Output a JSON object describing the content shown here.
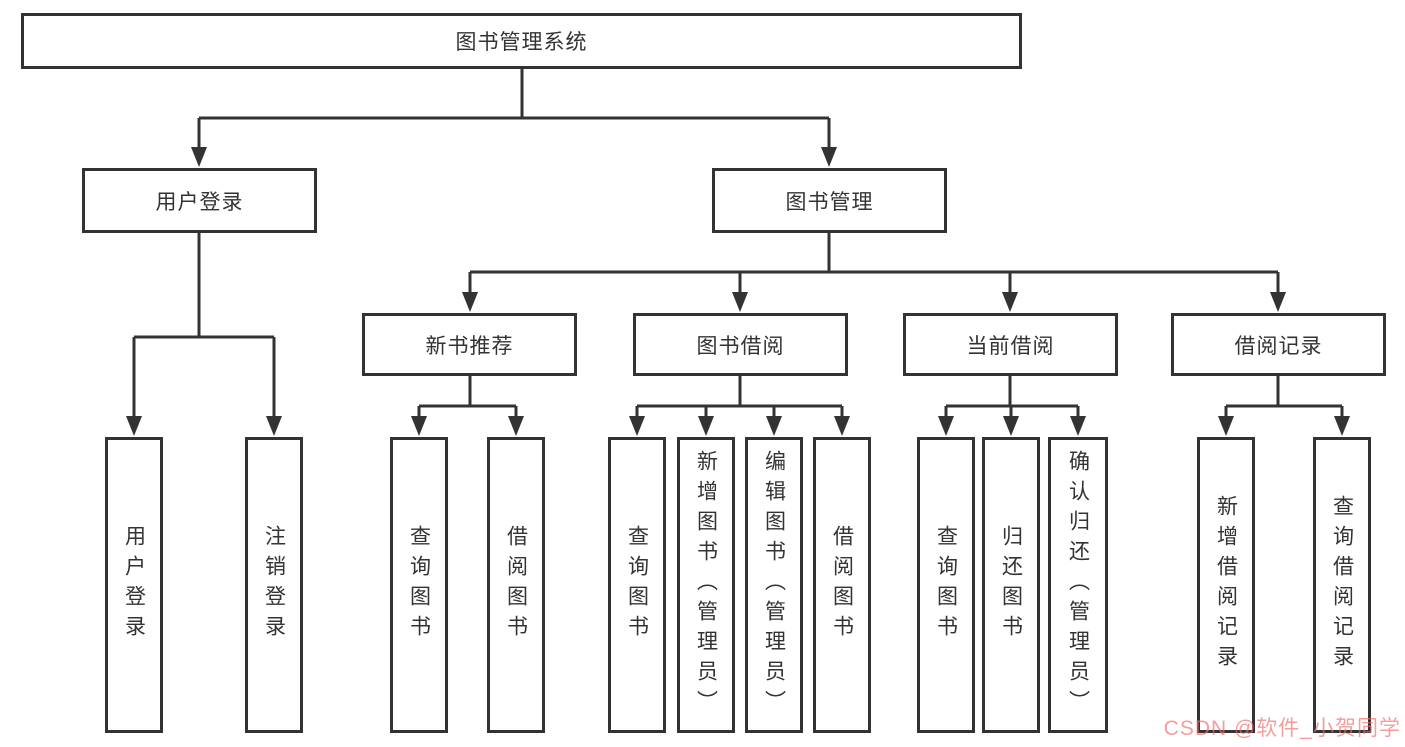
{
  "diagram": {
    "root": {
      "label": "图书管理系统"
    },
    "level2": [
      {
        "label": "用户登录",
        "children": [
          {
            "label": "用户登录"
          },
          {
            "label": "注销登录"
          }
        ]
      },
      {
        "label": "图书管理",
        "children": [
          {
            "label": "新书推荐",
            "children": [
              {
                "label": "查询图书"
              },
              {
                "label": "借阅图书"
              }
            ]
          },
          {
            "label": "图书借阅",
            "children": [
              {
                "label": "查询图书"
              },
              {
                "label": "新增图书（管理员）"
              },
              {
                "label": "编辑图书（管理员）"
              },
              {
                "label": "借阅图书"
              }
            ]
          },
          {
            "label": "当前借阅",
            "children": [
              {
                "label": "查询图书"
              },
              {
                "label": "归还图书"
              },
              {
                "label": "确认归还（管理员）"
              }
            ]
          },
          {
            "label": "借阅记录",
            "children": [
              {
                "label": "新增借阅记录"
              },
              {
                "label": "查询借阅记录"
              }
            ]
          }
        ]
      }
    ]
  },
  "watermark": {
    "text": "CSDN @软件_小贺同学",
    "color": "rgba(240,110,110,0.68)"
  },
  "colors": {
    "line": "#333333",
    "box_border": "#333333",
    "text": "#333333",
    "background": "#ffffff"
  }
}
